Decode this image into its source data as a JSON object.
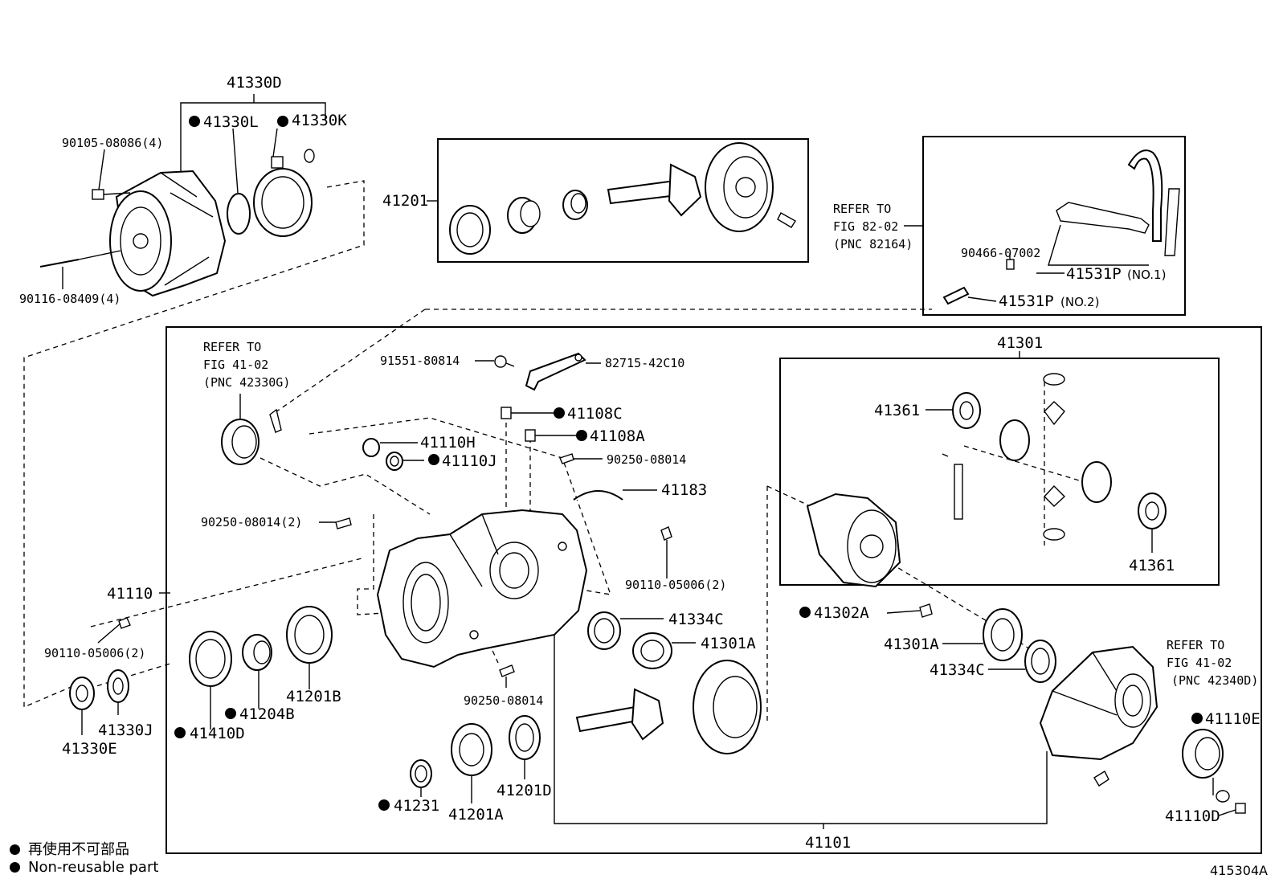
{
  "legend": {
    "marker": "●",
    "line1": "再使用不可部品",
    "line2": "Non-reusable part"
  },
  "figure_code": "415304A",
  "labels": {
    "p41330D": "41330D",
    "p41330L": "41330L",
    "p41330K": "41330K",
    "p90105": "90105-08086(4)",
    "p90116": "90116-08409(4)",
    "p41201": "41201",
    "refer82_a": "REFER TO",
    "refer82_b": "FIG 82-02",
    "refer82_c": "(PNC 82164)",
    "p90466": "90466-07002",
    "p41531P_1": "41531P",
    "p41531P_1_note": "(NO.1)",
    "p41531P_2": "41531P",
    "p41531P_2_note": "(NO.2)",
    "refer41a_a": "REFER TO",
    "refer41a_b": "FIG 41-02",
    "refer41a_c": "(PNC 42330G)",
    "p91551": "91551-80814",
    "p82715": "82715-42C10",
    "p41108C": "41108C",
    "p41108A": "41108A",
    "p41110H": "41110H",
    "p41110J": "41110J",
    "p90250_top": "90250-08014",
    "p41183": "41183",
    "p90250_2": "90250-08014(2)",
    "p90110_right": "90110-05006(2)",
    "p41110": "41110",
    "p90110_left": "90110-05006(2)",
    "p41330J": "41330J",
    "p41330E": "41330E",
    "p41410D": "41410D",
    "p41204B": "41204B",
    "p41201B": "41201B",
    "p41334C_left": "41334C",
    "p41301A_left": "41301A",
    "p90250_bottom": "90250-08014",
    "p41231": "41231",
    "p41201A": "41201A",
    "p41201D": "41201D",
    "p41101": "41101",
    "p41301": "41301",
    "p41361_top": "41361",
    "p41361_bottom": "41361",
    "p41302A": "41302A",
    "p41301A_right": "41301A",
    "p41334C_right": "41334C",
    "refer41b_a": "REFER TO",
    "refer41b_b": "FIG 41-02",
    "refer41b_c": "(PNC 42340D)",
    "p41110E": "41110E",
    "p41110D": "41110D"
  }
}
